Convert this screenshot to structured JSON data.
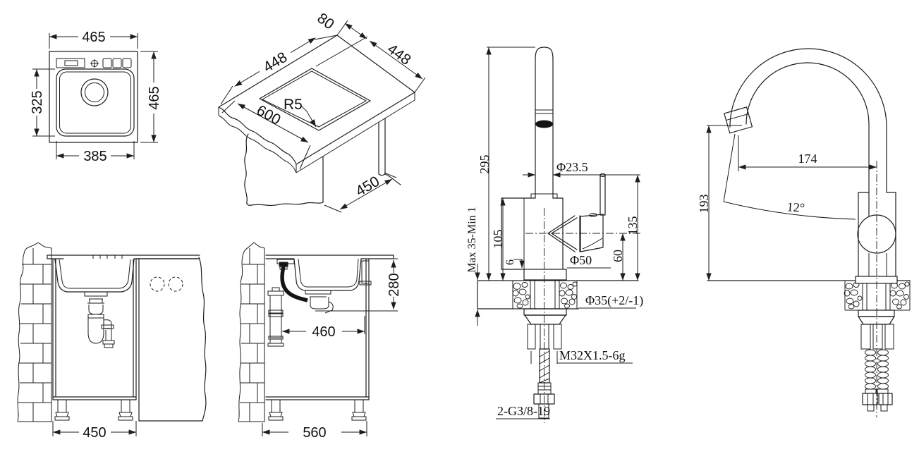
{
  "drawing": {
    "type": "technical-installation-drawing",
    "subject": "kitchen sink and faucet dimensions",
    "background": "#ffffff",
    "line_color": "#1d1d1d"
  },
  "labels": {
    "top_view": {
      "width": "465",
      "height": "465",
      "bowl_height": "325",
      "bowl_width": "385"
    },
    "iso_view": {
      "back_offset": "80",
      "cutout_right": "448",
      "cutout_left": "448",
      "counter_width": "600",
      "counter_depth": "450",
      "corner_radius": "R5"
    },
    "cabinet_front": {
      "width": "450"
    },
    "cabinet_side": {
      "height": "280",
      "depth": "460",
      "width": "560"
    },
    "faucet_front": {
      "total_height": "295",
      "body_height": "105",
      "deck_range": "Max 35-Min 1",
      "plate": "6",
      "spout_dia": "Φ23.5",
      "handle_top": "135",
      "handle_height": "60",
      "base_dia": "Φ50",
      "hole_dia": "Φ35(+2/-1)",
      "thread_spec": "M32X1.5-6g",
      "inlet_spec": "2-G3/8-19"
    },
    "faucet_side": {
      "reach": "174",
      "height": "193",
      "angle": "12°"
    }
  }
}
